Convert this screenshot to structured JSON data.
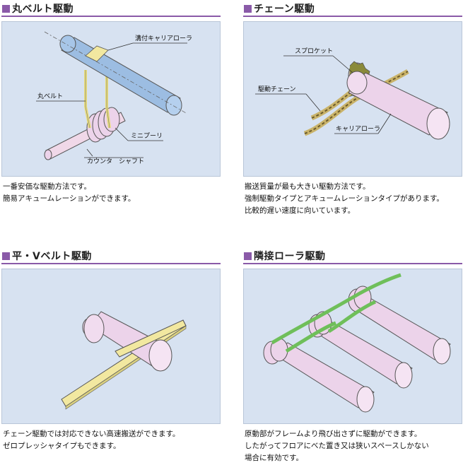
{
  "panels": [
    {
      "title": "丸ベルト駆動",
      "labels": {
        "carrier": "溝付キャリアローラ",
        "belt": "丸ベルト",
        "pulley": "ミニプーリ",
        "shaft": "カウンタ　シャフト"
      },
      "desc": [
        "一番安価な駆動方法です。",
        "簡易アキュームレーションができます。"
      ]
    },
    {
      "title": "チェーン駆動",
      "labels": {
        "sprocket": "スプロケット",
        "chain": "駆動チェーン",
        "carrier": "キャリアローラ"
      },
      "desc": [
        "搬送質量が最も大きい駆動方法です。",
        "強制駆動タイプとアキュームレーションタイプがあります。",
        "比較的遅い速度に向いています。"
      ]
    },
    {
      "title": "平・Vベルト駆動",
      "desc": [
        "チェーン駆動では対応できない高速搬送ができます。",
        "ゼロプレッシャタイプもできます。"
      ]
    },
    {
      "title": "隣接ローラ駆動",
      "desc": [
        "原動部がフレームより飛び出さずに駆動ができます。",
        "したがってフロアにべた置き又は狭いスペースしかない",
        "場合に有効です。"
      ]
    }
  ],
  "colors": {
    "accent": "#8a5aa8",
    "panel_bg": "#d7e2f1",
    "roller_blue": "#9cbde2",
    "roller_pink": "#ecd3ea",
    "belt_yellow": "#f2e8a0",
    "belt_green": "#6fbf5a"
  }
}
